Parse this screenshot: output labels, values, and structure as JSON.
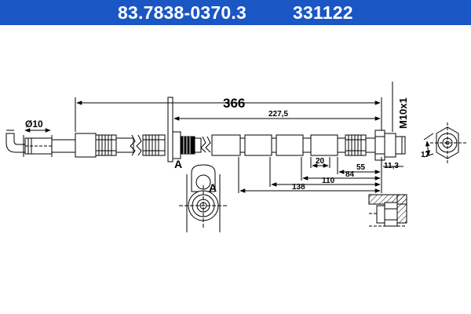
{
  "header": {
    "part_number": "83.7838-0370.3",
    "reference_number": "331122",
    "background_color": "#1a56c4",
    "text_color": "#ffffff"
  },
  "drawing": {
    "line_color": "#000000",
    "dimensions": {
      "overall_length": "366",
      "inner_length": "227,5",
      "diameter": "Ø10",
      "thread": "M10x1",
      "d20": "20",
      "d55": "55",
      "d11_3": "11,3",
      "d84": "84",
      "d110": "110",
      "d138": "138",
      "d17": "17"
    },
    "section_labels": {
      "bracket_marker": "A",
      "detail_marker": "A"
    },
    "icons": [
      "hose-line",
      "banjo-bracket",
      "hex-end-fitting",
      "wall-mount-section"
    ]
  }
}
